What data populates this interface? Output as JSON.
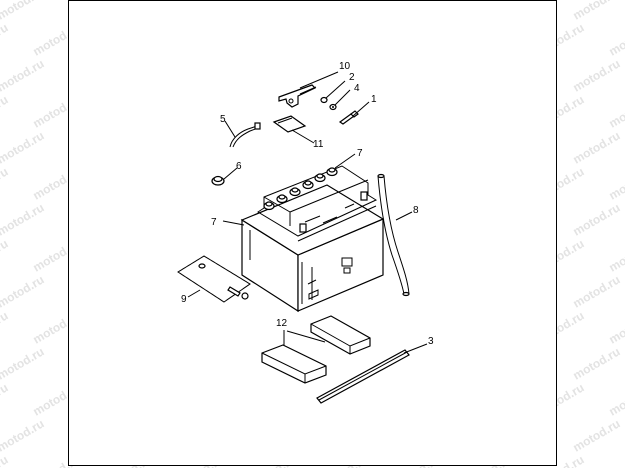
{
  "watermark": {
    "text": "motod.ru"
  },
  "labels": {
    "p1": "1",
    "p2": "2",
    "p3": "3",
    "p4": "4",
    "p5": "5",
    "p6": "6",
    "p7a": "7",
    "p7b": "7",
    "p8": "8",
    "p9": "9",
    "p10": "10",
    "p11": "11",
    "p12": "12"
  }
}
